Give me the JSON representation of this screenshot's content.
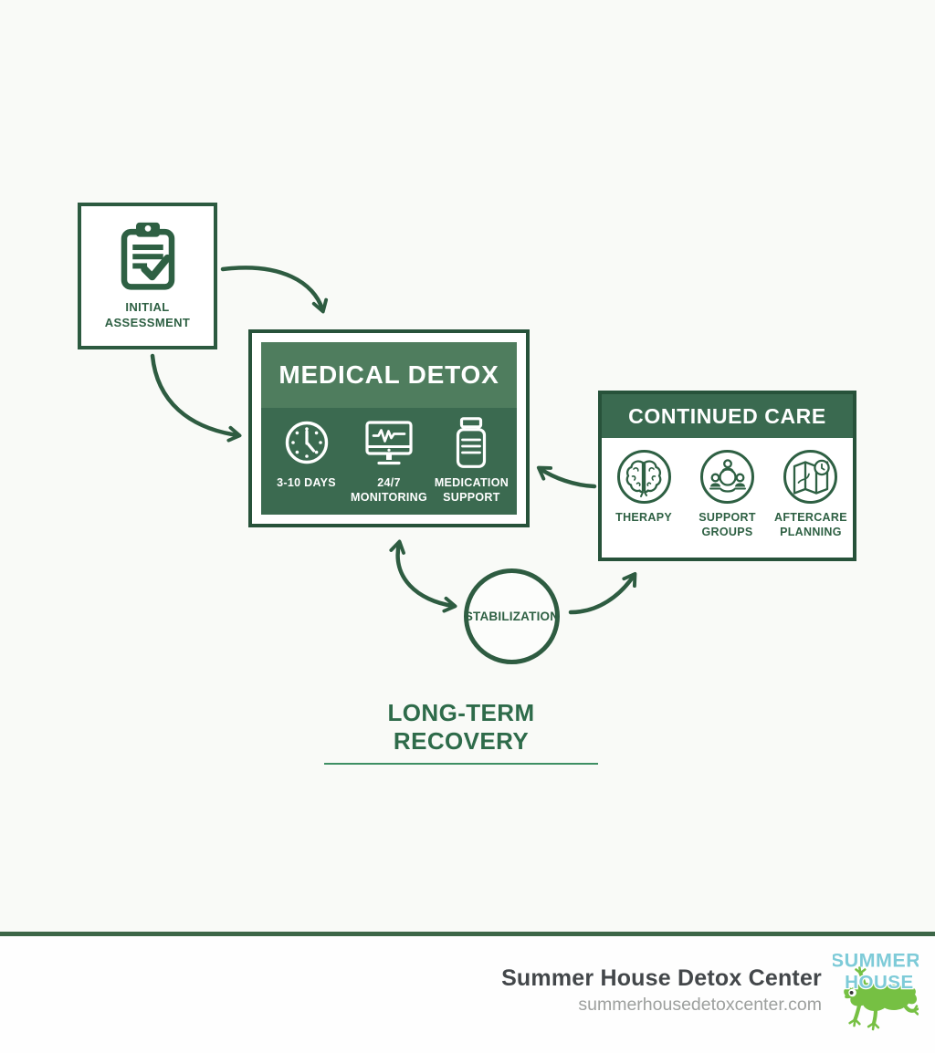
{
  "colors": {
    "dark_green": "#2e5c41",
    "box_border": "#27523a",
    "detox_header_green": "#4f7d5e",
    "detox_body_green": "#3b6a50",
    "care_header_green": "#3a6a50",
    "background": "#f9faf7",
    "footer_rule_green": "#3c6647",
    "logo_blue": "#7ecbd8",
    "logo_green": "#76c043"
  },
  "diagram": {
    "initial_assessment": {
      "label": "INITIAL\nASSESSMENT",
      "icon": "clipboard-check-icon"
    },
    "medical_detox": {
      "title": "MEDICAL DETOX",
      "features": [
        {
          "label": "3-10 DAYS",
          "icon": "clock-icon"
        },
        {
          "label": "24/7\nMONITORING",
          "icon": "monitor-heartbeat-icon"
        },
        {
          "label": "MEDICATION\nSUPPORT",
          "icon": "medicine-bottle-icon"
        }
      ]
    },
    "continued_care": {
      "title": "CONTINUED CARE",
      "features": [
        {
          "label": "THERAPY",
          "icon": "brain-icon"
        },
        {
          "label": "SUPPORT\nGROUPS",
          "icon": "support-group-icon"
        },
        {
          "label": "AFTERCARE\nPLANNING",
          "icon": "map-pin-icon"
        }
      ]
    },
    "stabilization": {
      "label": "STABILIZATION"
    },
    "long_term_recovery": {
      "label": "LONG-TERM RECOVERY"
    }
  },
  "footer": {
    "org_name": "Summer House Detox Center",
    "website": "summerhousedetoxcenter.com",
    "logo": {
      "line1": "SUMMER",
      "line2": "HOUSE"
    }
  }
}
